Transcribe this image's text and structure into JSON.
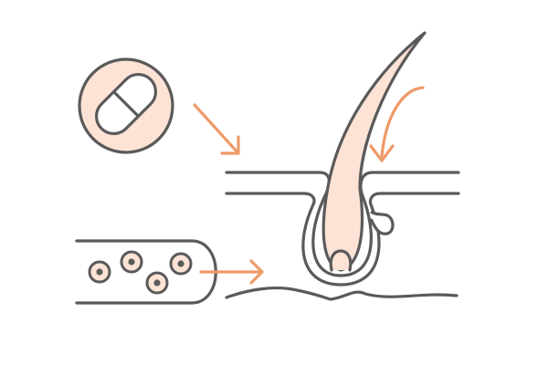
{
  "colors": {
    "background": "#ffffff",
    "outline": "#5a5a5a",
    "accent": "#ef9a68",
    "fill": "#fde3d5"
  },
  "elements": {
    "pill_icon": "capsule-pill-icon",
    "blood_vessel": "blood-vessel-with-cells",
    "hair_follicle": "hair-follicle-cross-section",
    "skin_surface": "skin-surface-layer",
    "arrows": [
      "arrow-pill-to-skin",
      "arrow-vessel-to-follicle",
      "arrow-curved-to-hair"
    ]
  }
}
